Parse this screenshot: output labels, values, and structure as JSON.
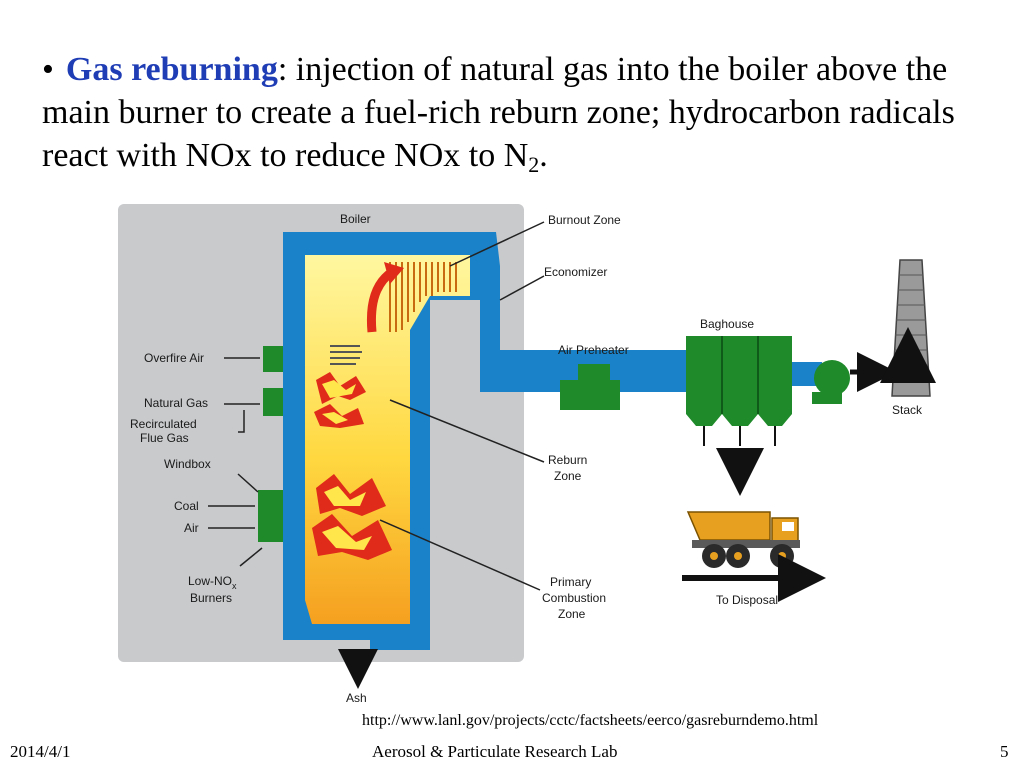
{
  "slide": {
    "bullet": "•",
    "term": "Gas reburning",
    "text_lead": ": injection of natural gas into the boiler above the main burner to create a fuel-rich reburn zone; hydrocarbon radicals react with NOx to reduce NOx to N",
    "text_sub": "2",
    "text_end": "."
  },
  "diagram": {
    "labels": {
      "boiler": "Boiler",
      "burnout_zone": "Burnout Zone",
      "economizer": "Economizer",
      "overfire_air": "Overfire Air",
      "natural_gas": "Natural Gas",
      "recirculated_1": "Recirculated",
      "recirculated_2": "Flue Gas",
      "windbox": "Windbox",
      "coal": "Coal",
      "air": "Air",
      "low_nox_1": "Low-NO",
      "low_nox_sub": "x",
      "low_nox_2": "Burners",
      "air_preheater": "Air Preheater",
      "baghouse": "Baghouse",
      "stack": "Stack",
      "reburn_1": "Reburn",
      "reburn_2": "Zone",
      "primary_1": "Primary",
      "primary_2": "Combustion",
      "primary_3": "Zone",
      "ash": "Ash",
      "to_disposal": "To Disposal"
    },
    "colors": {
      "panel": "#c8cacc",
      "boiler_blue": "#1a82c8",
      "green": "#1e8a2a",
      "flame_yellow": "#ffe64a",
      "flame_red": "#e02a1a",
      "truck": "#e8a020"
    }
  },
  "source_url": "http://www.lanl.gov/projects/cctc/factsheets/eerco/gasreburndemo.html",
  "footer": {
    "date": "2014/4/1",
    "lab": "Aerosol & Particulate Research Lab",
    "page": "5"
  }
}
